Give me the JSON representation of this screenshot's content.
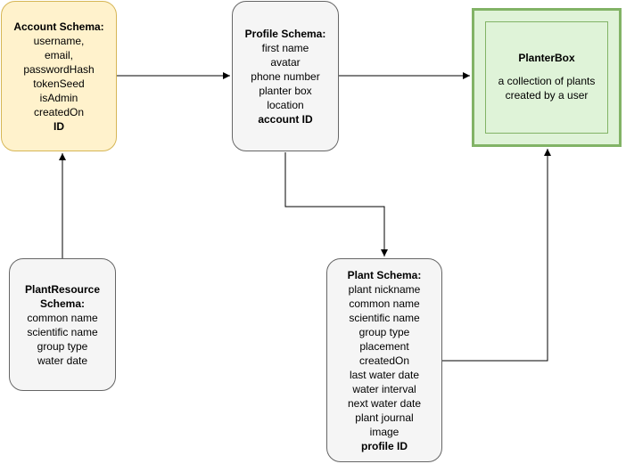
{
  "account": {
    "title": "Account Schema:",
    "fields": [
      "username,",
      "email,",
      "passwordHash",
      "tokenSeed",
      "isAdmin",
      "createdOn"
    ],
    "key": "ID"
  },
  "profile": {
    "title": "Profile Schema:",
    "fields": [
      "first name",
      "avatar",
      "phone number",
      "planter box",
      "location"
    ],
    "key": "account ID"
  },
  "resource": {
    "title_1": "PlantResource",
    "title_2": "Schema:",
    "fields": [
      "common name",
      "scientific name",
      "group type",
      "water date"
    ]
  },
  "plant": {
    "title": "Plant Schema:",
    "fields": [
      "plant nickname",
      "common name",
      "scientific name",
      "group type",
      "placement",
      "createdOn",
      "last water date",
      "water interval",
      "next water date",
      "plant journal",
      "image"
    ],
    "key": "profile ID"
  },
  "planterbox": {
    "title": "PlanterBox",
    "desc_1": "a collection of plants",
    "desc_2": "created by a user"
  },
  "colors": {
    "account_fill": "#fff2cc",
    "account_border": "#d6b656",
    "planterbox_fill": "#dff3d8",
    "planterbox_border": "#82b366",
    "node_fill": "#f5f5f5",
    "node_border": "#666666"
  }
}
